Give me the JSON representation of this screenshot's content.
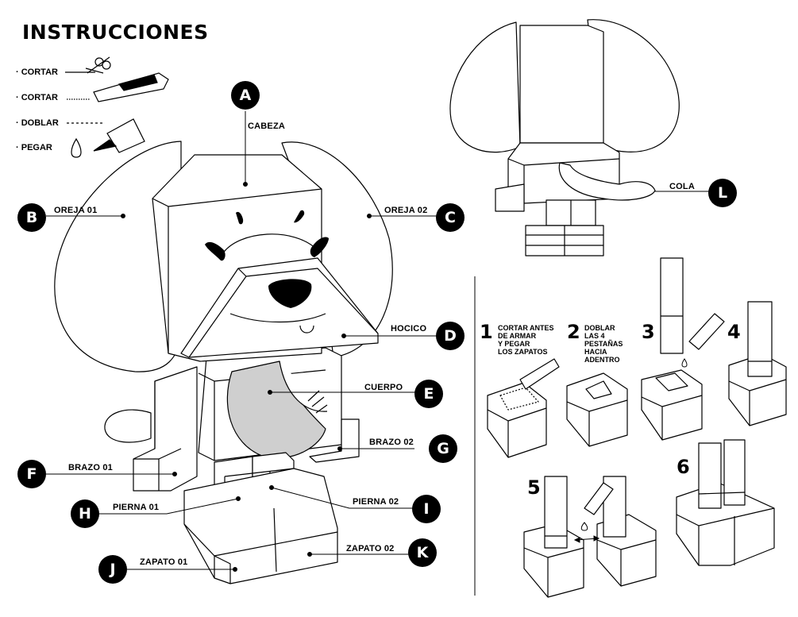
{
  "title": "INSTRUCCIONES",
  "legend": [
    {
      "bullet": "·",
      "label": "CORTAR",
      "icon": "scissors-icon"
    },
    {
      "bullet": "·",
      "label": "CORTAR",
      "icon": "utility-knife-icon"
    },
    {
      "bullet": "·",
      "label": "DOBLAR",
      "icon": "dashed-line-icon"
    },
    {
      "bullet": "·",
      "label": "PEGAR",
      "icon": "glue-bottle-icon"
    }
  ],
  "parts": {
    "a": {
      "letter": "A",
      "label": "CABEZA"
    },
    "b": {
      "letter": "B",
      "label": "OREJA 01"
    },
    "c": {
      "letter": "C",
      "label": "OREJA 02"
    },
    "d": {
      "letter": "D",
      "label": "HOCICO"
    },
    "e": {
      "letter": "E",
      "label": "CUERPO"
    },
    "f": {
      "letter": "F",
      "label": "BRAZO 01"
    },
    "g": {
      "letter": "G",
      "label": "BRAZO 02"
    },
    "h": {
      "letter": "H",
      "label": "PIERNA 01"
    },
    "i": {
      "letter": "I",
      "label": "PIERNA 02"
    },
    "j": {
      "letter": "J",
      "label": "ZAPATO 01"
    },
    "k": {
      "letter": "K",
      "label": "ZAPATO 02"
    },
    "l": {
      "letter": "L",
      "label": "COLA"
    }
  },
  "steps": [
    {
      "number": "1",
      "lines": [
        "CORTAR ANTES",
        "DE ARMAR",
        "Y PEGAR",
        "LOS ZAPATOS"
      ]
    },
    {
      "number": "2",
      "lines": [
        "DOBLAR",
        "LAS 4",
        "PESTAÑAS",
        "HACIA",
        "ADENTRO"
      ]
    },
    {
      "number": "3",
      "lines": []
    },
    {
      "number": "4",
      "lines": []
    },
    {
      "number": "5",
      "lines": []
    },
    {
      "number": "6",
      "lines": []
    }
  ],
  "colors": {
    "ink": "#000000",
    "paper": "#ffffff",
    "body_patch": "#cfcfcf"
  }
}
